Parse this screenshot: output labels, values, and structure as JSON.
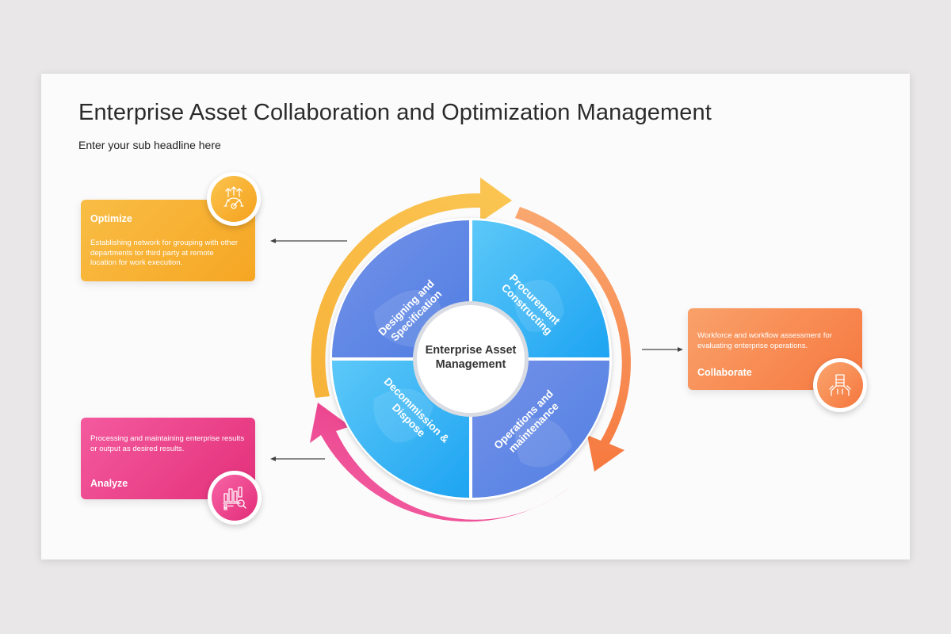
{
  "title": "Enterprise Asset Collaboration and Optimization Management",
  "subtitle": "Enter your sub headline here",
  "center_label": "Enterprise Asset Management",
  "segments": [
    {
      "label_line1": "Designing and",
      "label_line2": "Specification"
    },
    {
      "label_line1": "Procurement",
      "label_line2": "Constructing"
    },
    {
      "label_line1": "Operations and",
      "label_line2": "maintenance"
    },
    {
      "label_line1": "Decommission &",
      "label_line2": "Dispose"
    }
  ],
  "cards": {
    "optimize": {
      "title": "Optimize",
      "description": "Establishing network for grouping with other departments tor third party at remote location for work execution.",
      "icon": "gear-arrows-icon"
    },
    "collaborate": {
      "title": "Collaborate",
      "description": "Workforce and workflow assessment for evaluating enterprise operations.",
      "icon": "hands-together-icon"
    },
    "analyze": {
      "title": "Analyze",
      "description": "Processing and maintaining enterprise results or output as desired results.",
      "icon": "chart-magnifier-icon"
    }
  },
  "colors": {
    "optimize": "#f7ae2f",
    "collaborate": "#f6834a",
    "analyze": "#ea3a85",
    "wheel_dark": "#5b86e5",
    "wheel_light": "#36b6f6"
  }
}
